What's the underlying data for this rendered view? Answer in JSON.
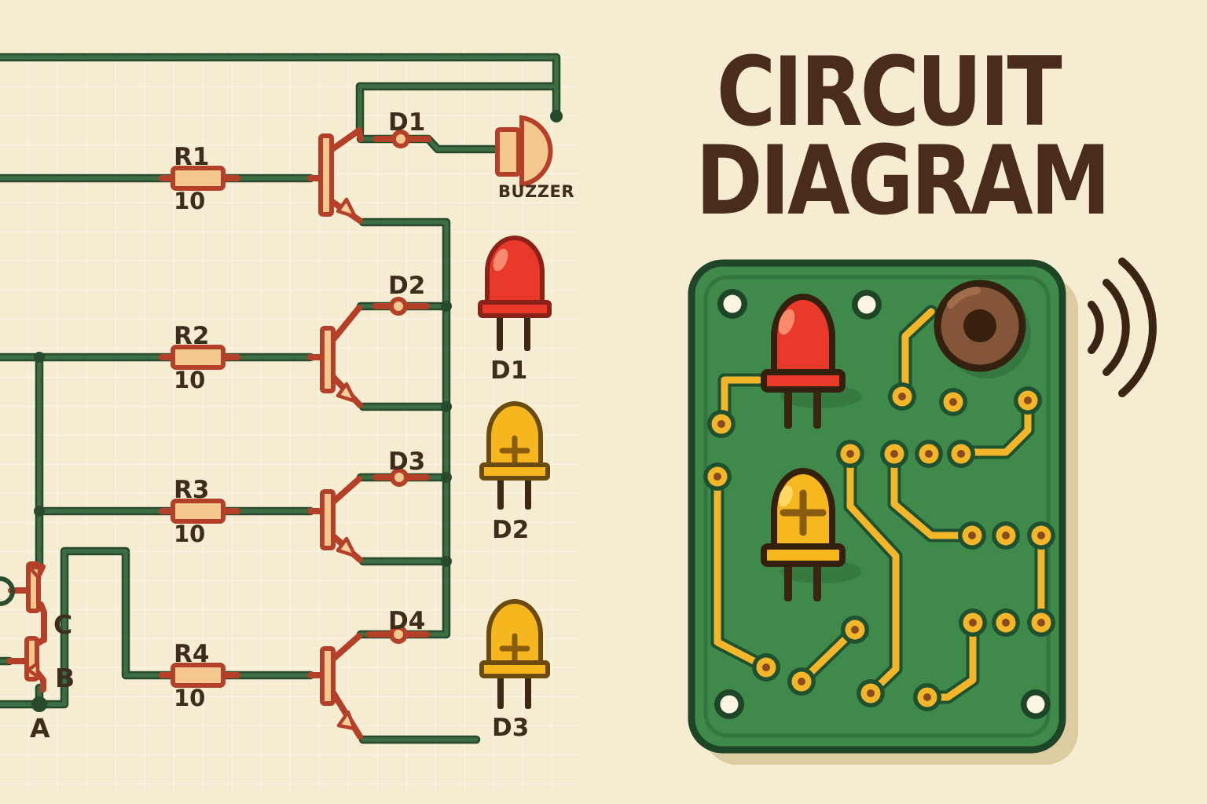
{
  "title": {
    "line1": "CIRCUIT",
    "line2": "DIAGRAM"
  },
  "schematic": {
    "resistors": [
      {
        "ref": "R1",
        "value": "10"
      },
      {
        "ref": "R2",
        "value": "10"
      },
      {
        "ref": "R3",
        "value": "10"
      },
      {
        "ref": "R4",
        "value": "10"
      }
    ],
    "diode_nodes": [
      {
        "ref": "D1"
      },
      {
        "ref": "D2"
      },
      {
        "ref": "D3"
      },
      {
        "ref": "D4"
      }
    ],
    "leds": [
      {
        "ref": "D1",
        "color": "red",
        "color_hex": "#e8392a"
      },
      {
        "ref": "D2",
        "color": "yellow",
        "color_hex": "#f5b71d"
      },
      {
        "ref": "D3",
        "color": "yellow",
        "color_hex": "#f5b71d"
      }
    ],
    "buzzer_label": "BUZZER",
    "terminals": {
      "a": "A",
      "b": "B",
      "c": "C"
    },
    "transistor_count": 4,
    "wire_color": "#3d6e43",
    "component_color": "#b5402a",
    "grid_background": "#f6ecd2"
  },
  "pcb": {
    "board_color": "#3f8a4b",
    "trace_color": "#f3b62b",
    "mounting_hole_count": 4,
    "solder_pad_count": 20,
    "sound_wave_count": 3,
    "components": [
      {
        "icon": "red-led-icon",
        "color_hex": "#e8392a"
      },
      {
        "icon": "yellow-led-icon",
        "color_hex": "#f6b71f"
      },
      {
        "icon": "buzzer-icon",
        "color_hex": "#845538"
      }
    ]
  },
  "colors": {
    "background": "#f6ecd2",
    "title_brown": "#4a2c1d",
    "label_brown": "#3e2d1c",
    "accent_red": "#b5402a"
  }
}
